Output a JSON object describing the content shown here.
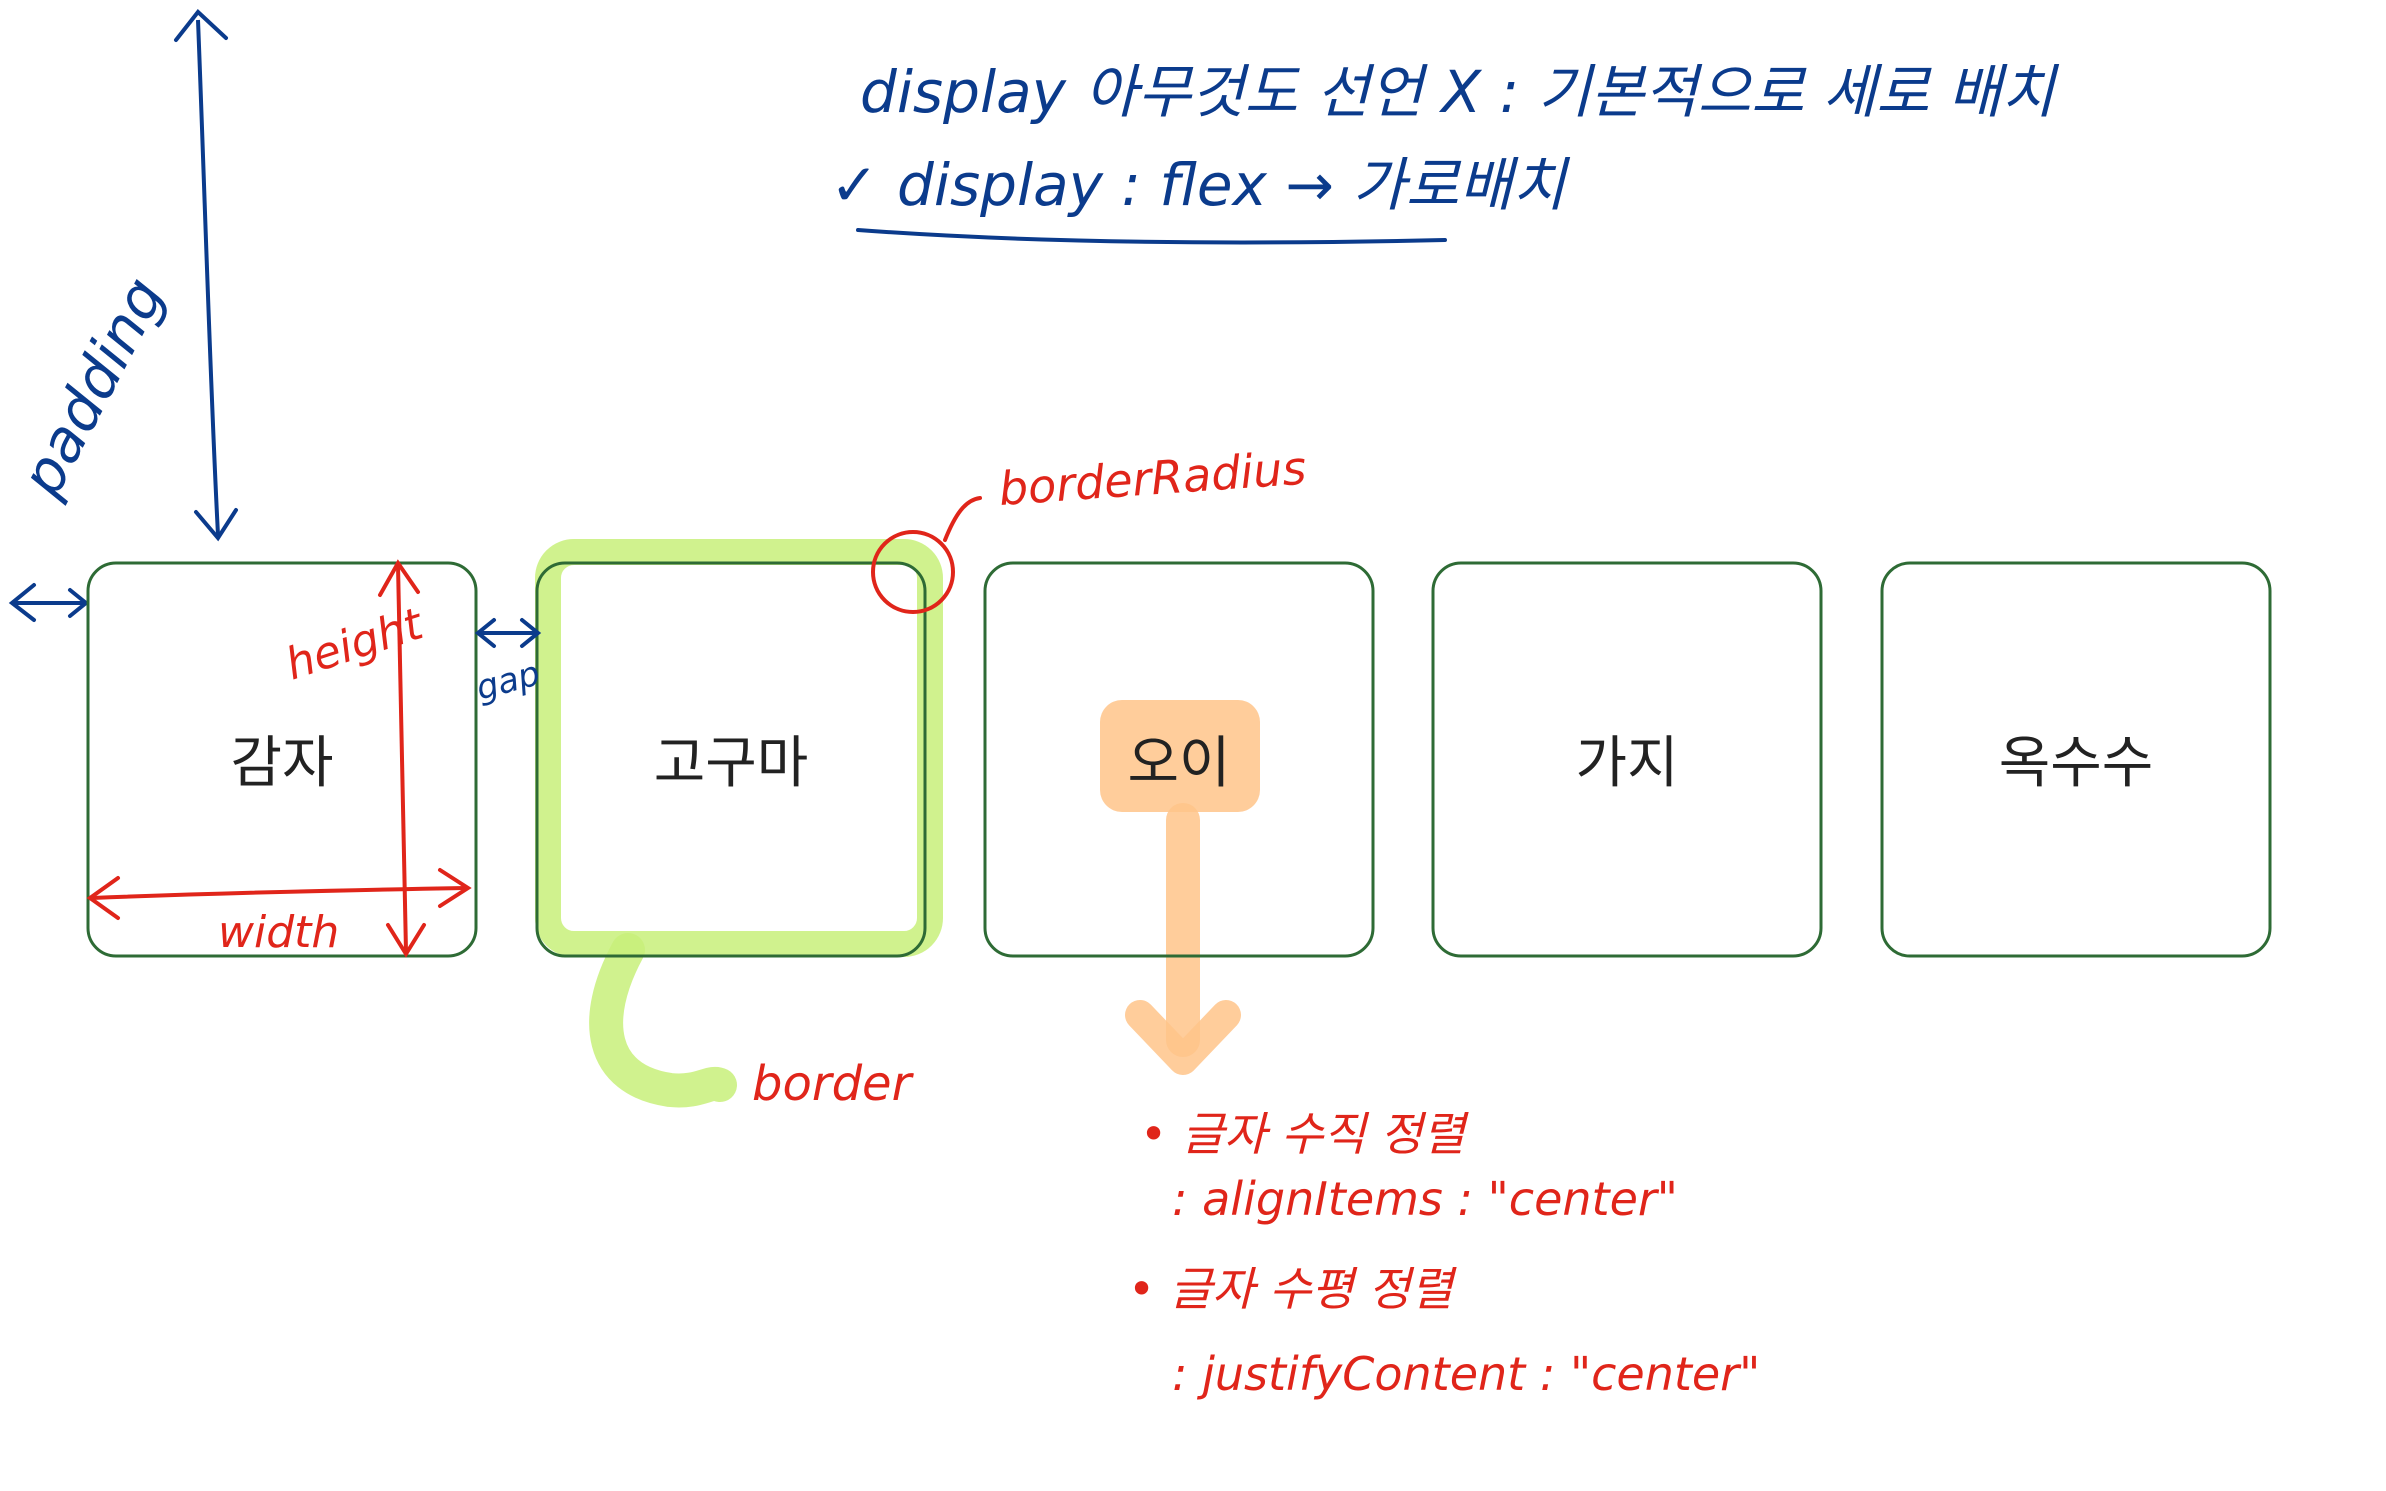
{
  "header_notes": {
    "line1": "display 아무것도 선언 X : 기본적으로 세로 배치",
    "line2": "✓ display : flex → 가로배치"
  },
  "labels": {
    "padding": "padding",
    "height": "height",
    "width": "width",
    "gap": "gap",
    "border_radius": "borderRadius",
    "border": "border"
  },
  "boxes": [
    {
      "label": "감자"
    },
    {
      "label": "고구마"
    },
    {
      "label": "오이"
    },
    {
      "label": "가지"
    },
    {
      "label": "옥수수"
    }
  ],
  "alignment_notes": {
    "vertical_title": "• 글자 수직 정렬",
    "vertical_code": ": alignItems : \"center\"",
    "horizontal_title": "• 글자 수평 정렬",
    "horizontal_code": ": justifyContent : \"center\""
  },
  "colors": {
    "box_border": "#2e6b35",
    "note_blue": "#0b3b8c",
    "note_red": "#e0251a",
    "highlight_green": "#c8f07a",
    "highlight_orange": "#ffc48a"
  }
}
